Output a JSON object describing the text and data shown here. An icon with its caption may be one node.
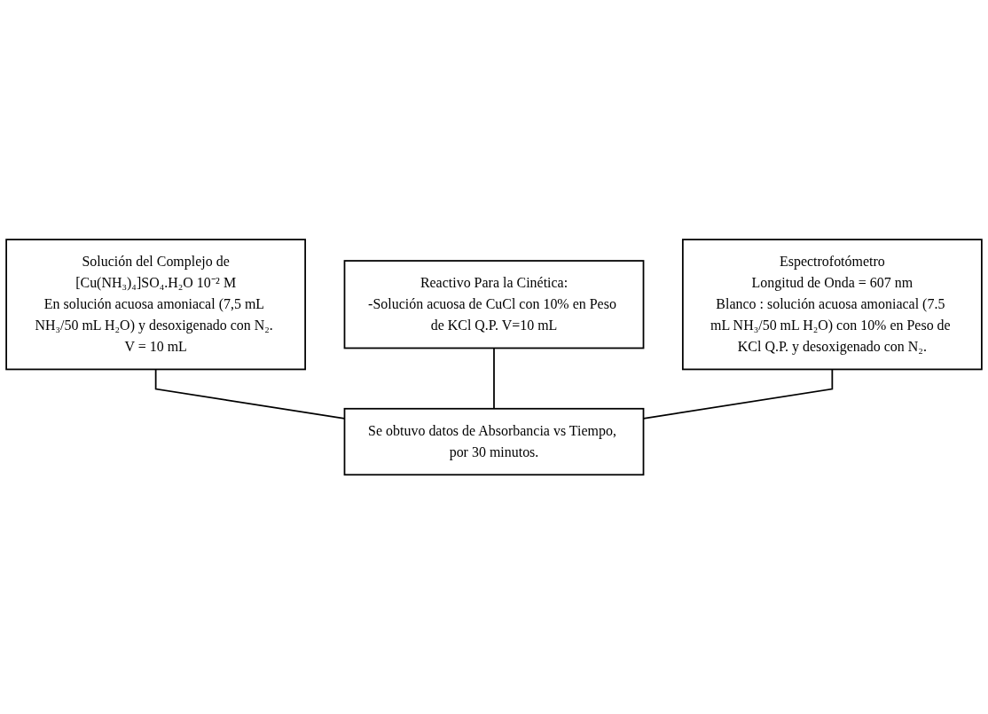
{
  "diagram": {
    "nodes": [
      {
        "text": [
          "Solución del Complejo de",
          "[Cu(NH₃)₄]SO₄.H₂O 10⁻² M",
          "En solución acuosa amoniacal (7,5 mL NH₃/50 mL H₂O) y desoxigenado con N₂. V = 10 mL"
        ]
      },
      {
        "text": [
          "Reactivo Para la Cinética:",
          "-Solución acuosa de CuCl con 10% en Peso de KCl Q.P. V=10 mL"
        ]
      },
      {
        "text": [
          "Espectrofotómetro",
          "Longitud de Onda = 607 nm",
          "Blanco : solución acuosa amoniacal (7.5 mL NH₃/50 mL H₂O) con 10% en Peso de KCl Q.P. y desoxigenado con N₂."
        ]
      },
      {
        "text": [
          "Se obtuvo datos de Absorbancia vs Tiempo, por 30 minutos."
        ]
      }
    ],
    "edges": [
      {
        "from": 0,
        "to": 3,
        "arrow": "none"
      },
      {
        "from": 1,
        "to": 3,
        "arrow": "none"
      },
      {
        "from": 2,
        "to": 3,
        "arrow": "none"
      }
    ]
  }
}
